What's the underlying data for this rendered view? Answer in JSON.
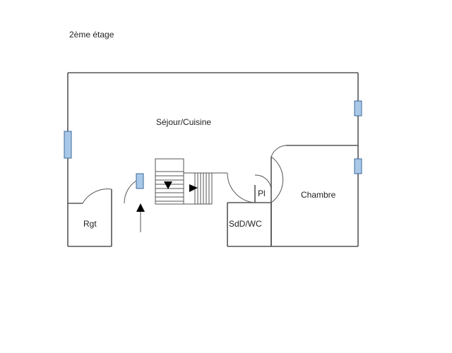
{
  "floor": {
    "title": "2ème étage"
  },
  "rooms": {
    "sejour": "Séjour/Cuisine",
    "chambre": "Chambre",
    "rgt": "Rgt",
    "sdd": "SdD/WC",
    "pl": "Pl"
  },
  "colors": {
    "wall": "#555555",
    "window_fill": "#a9c8e8",
    "window_stroke": "#3a6a9a"
  }
}
